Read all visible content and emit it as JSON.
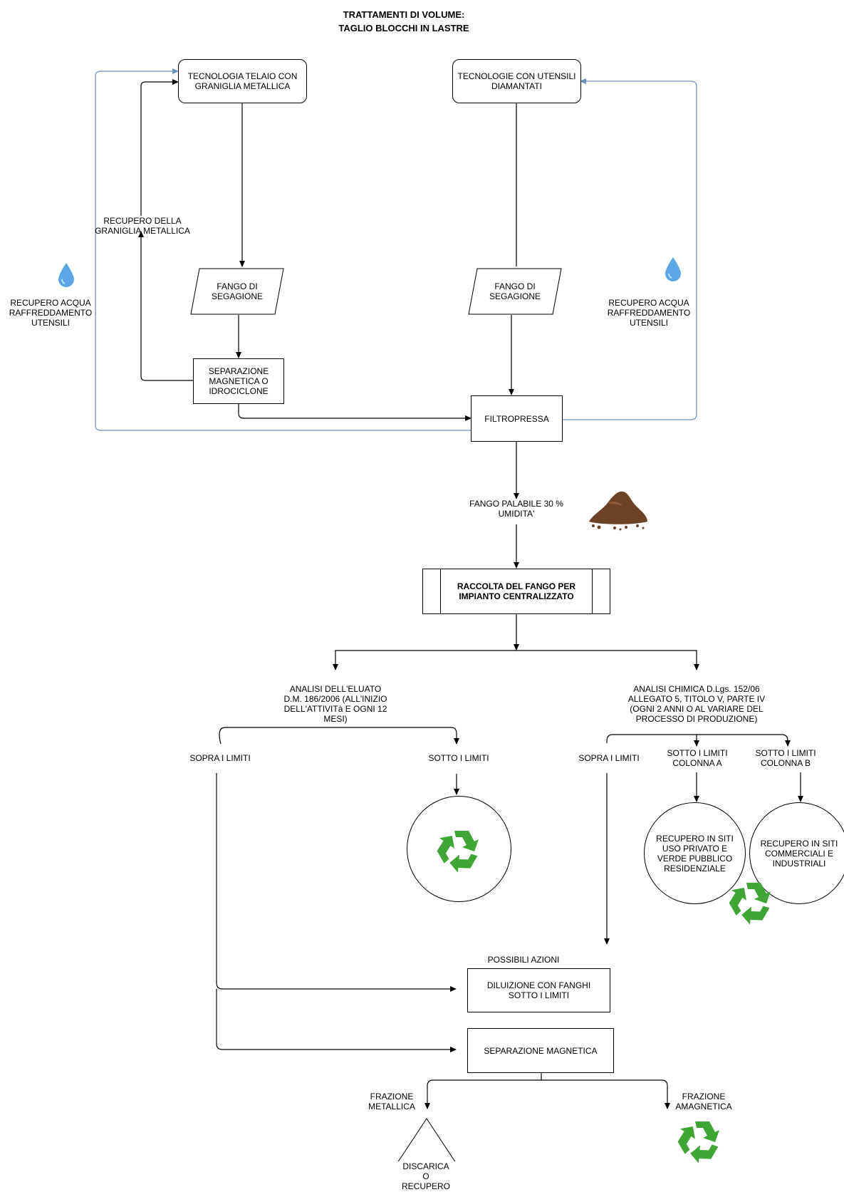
{
  "title": {
    "line1": "TRATTAMENTI DI VOLUME:",
    "line2": "TAGLIO BLOCCHI IN LASTRE"
  },
  "nodes": {
    "tech_telaio": "TECNOLOGIA TELAIO CON\nGRANIGLIA METALLICA",
    "tech_diamantati": "TECNOLOGIE CON UTENSILI\nDIAMANTATI",
    "fango_left": "FANGO DI\nSEGAGIONE",
    "fango_right": "FANGO DI\nSEGAGIONE",
    "separazione": "SEPARAZIONE\nMAGNETICA O\nIDROCICLONE",
    "filtropressa": "FILTROPRESSA",
    "raccolta": "RACCOLTA DEL FANGO PER\nIMPIANTO CENTRALIZZATO",
    "diluizione": "DILUIZIONE CON FANGHI\nSOTTO I LIMITI",
    "sep_magnetica": "SEPARAZIONE MAGNETICA",
    "recupero_privato": "RECUPERO IN SITI\nUSO PRIVATO E\nVERDE PUBBLICO\nRESIDENZIALE",
    "recupero_commerciali": "RECUPERO IN SITI\nCOMMERCIALI E\nINDUSTRIALI",
    "discarica": "DISCARICA\nO\nRECUPERO"
  },
  "labels": {
    "recupero_acqua_left": "RECUPERO ACQUA\nRAFFREDDAMENTO\nUTENSILI",
    "recupero_acqua_right": "RECUPERO ACQUA\nRAFFREDDAMENTO\nUTENSILI",
    "recupero_graniglia": "RECUPERO DELLA\nGRANIGLIA METALLICA",
    "fango_palabile": "FANGO PALABILE 30 %\nUMIDITA'",
    "analisi_eluato": "ANALISI DELL'ELUATO\nD.M. 186/2006 (ALL'INIZIO\nDELL'ATTIVITà E OGNI 12\nMESI)",
    "analisi_chimica": "ANALISI CHIMICA D.Lgs. 152/06\nALLEGATO 5, TITOLO V, PARTE IV\n(OGNI 2 ANNI O AL VARIARE DEL\nPROCESSO DI PRODUZIONE)",
    "sopra_limiti_left": "SOPRA I LIMITI",
    "sotto_limiti_left": "SOTTO I LIMITI",
    "sopra_limiti_right": "SOPRA I LIMITI",
    "sotto_colonna_a": "SOTTO I LIMITI\nCOLONNA A",
    "sotto_colonna_b": "SOTTO I LIMITI\nCOLONNA B",
    "possibili_azioni": "POSSIBILI AZIONI",
    "frazione_metallica": "FRAZIONE\nMETALLICA",
    "frazione_amagnetica": "FRAZIONE\nAMAGNETICA"
  },
  "colors": {
    "water_drop": "#5aa6e6",
    "water_line": "#6c8ebf",
    "recycle_green": "#3fa535",
    "soil_brown": "#6b4226"
  },
  "icons": {
    "water": "water-drop-icon",
    "recycle": "recycle-icon",
    "soil": "soil-pile-icon"
  }
}
